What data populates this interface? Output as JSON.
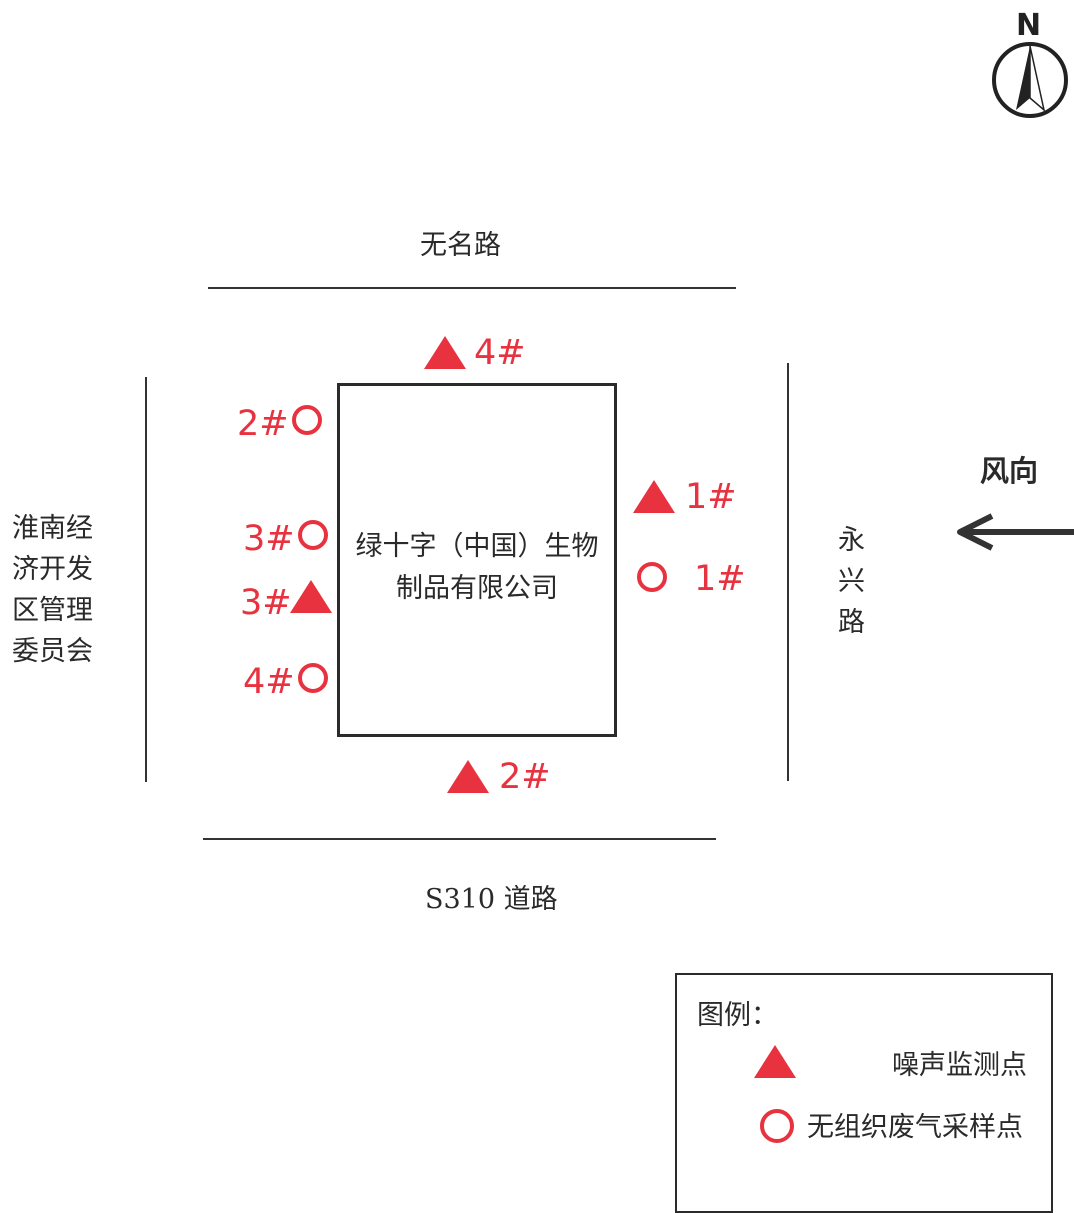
{
  "compass": {
    "label": "N",
    "icon": "north-arrow-icon"
  },
  "roads": {
    "north": "无名路",
    "south": "S310 道路",
    "east": "永兴路"
  },
  "west_area": "淮南经济开发区管理委员会",
  "factory": {
    "line1": "绿十字（中国）生物",
    "line2": "制品有限公司"
  },
  "wind": {
    "label": "风向",
    "icon": "wind-arrow-left-icon"
  },
  "noise_points": [
    "1#",
    "2#",
    "3#",
    "4#"
  ],
  "gas_points": [
    "1#",
    "2#",
    "3#",
    "4#"
  ],
  "legend": {
    "title": "图例：",
    "noise": "噪声监测点",
    "gas": "无组织废气采样点"
  },
  "colors": {
    "marker": "#e8323f",
    "line": "#2b2b2b"
  }
}
